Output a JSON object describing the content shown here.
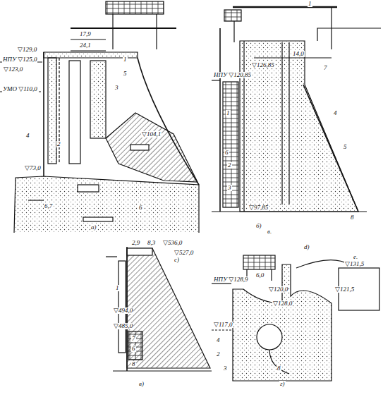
{
  "diagram": {
    "labels": [
      "17,9",
      "24,1",
      "▽129,0",
      "НПУ ▽125,0",
      "▽123,0",
      "УМО ▽110,0",
      "▽104,1",
      "▽73,0",
      "6,7",
      "1",
      "5",
      "3",
      "4",
      "2",
      "6",
      "а)",
      "14,0",
      "▽126,85",
      "НПУ ▽120,85",
      "▽97,85",
      "1",
      "7",
      "1",
      "6",
      "2",
      "3",
      "4",
      "5",
      "8",
      "б)",
      "в.",
      "d)",
      "с)",
      "е.",
      "2,9",
      "8,3",
      "▽536,0",
      "▽527,0",
      "1",
      "▽494,0",
      "▽485,0",
      "7",
      "6",
      "8",
      "в)",
      "6,0",
      "▽131,5",
      "НПУ ▽128,9",
      "▽120,0",
      "▽121,5",
      "▽128,0",
      "▽117,0",
      "4",
      "2",
      "3",
      "8",
      "г)"
    ]
  }
}
